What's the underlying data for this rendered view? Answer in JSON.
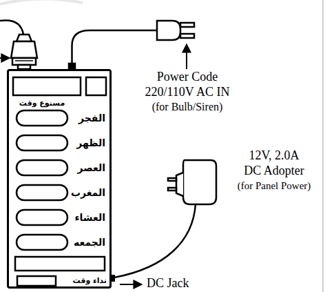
{
  "diagram": {
    "nodes": [
      {
        "text": [
          "مسنوع وقت",
          "الفجر",
          "الظهر",
          "العصر",
          "المغرب",
          "العشاء",
          "الجمعه",
          "نداء وقت"
        ]
      }
    ],
    "labels": [
      "Power Code",
      "220/110V AC IN",
      "(for Bulb/Siren)",
      "12V, 2.0A",
      "DC Adopter",
      "(for Panel Power)",
      "DC Jack"
    ]
  }
}
